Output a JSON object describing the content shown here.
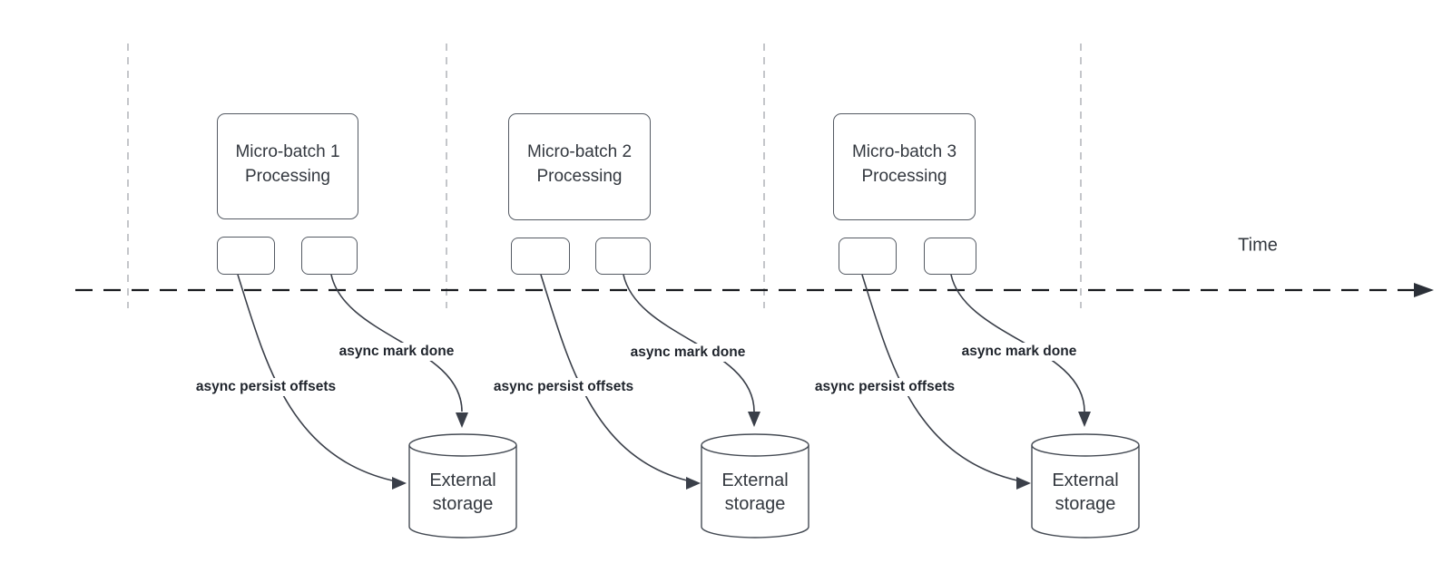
{
  "diagram": {
    "time_axis_label": "Time",
    "batches": [
      {
        "box_label": "Micro-batch 1\nProcessing",
        "persist_arrow_label": "async persist offsets",
        "mark_done_arrow_label": "async mark done",
        "storage_label": "External\nstorage"
      },
      {
        "box_label": "Micro-batch 2\nProcessing",
        "persist_arrow_label": "async persist offsets",
        "mark_done_arrow_label": "async mark done",
        "storage_label": "External\nstorage"
      },
      {
        "box_label": "Micro-batch 3\nProcessing",
        "persist_arrow_label": "async persist offsets",
        "mark_done_arrow_label": "async mark done",
        "storage_label": "External\nstorage"
      }
    ],
    "colors": {
      "background": "#ffffff",
      "node_border": "#545a63",
      "node_text": "#33383f",
      "edge_stroke": "#3a3f49",
      "edge_label_text": "#1f242c",
      "timeline_stroke": "#17191d",
      "separator_stroke": "#b0b3b8"
    }
  }
}
